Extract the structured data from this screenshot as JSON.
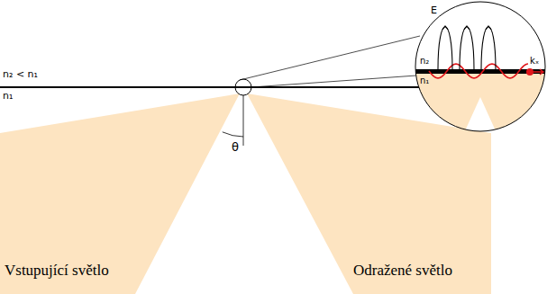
{
  "diagram": {
    "labels": [
      "n₂ < n₁",
      "n₁",
      "θ",
      "Vstupující světlo",
      "Odražené světlo",
      "E",
      "n₂",
      "n₁",
      "kₓ"
    ]
  }
}
